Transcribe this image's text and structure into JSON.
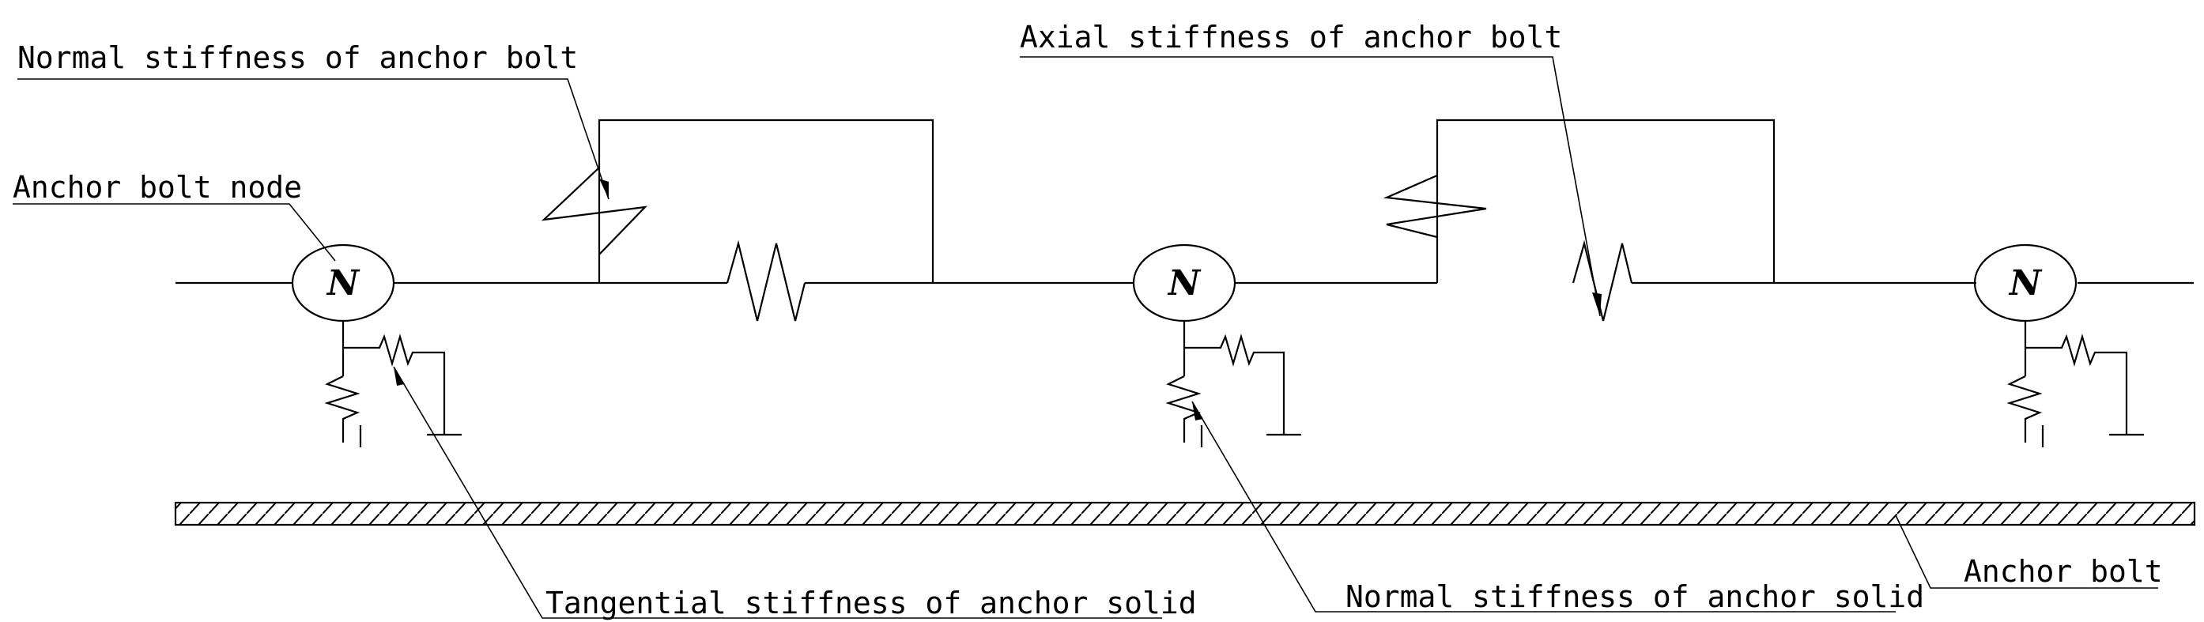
{
  "labels": {
    "normal_stiffness_bolt": "Normal stiffness of anchor bolt",
    "axial_stiffness_bolt": "Axial stiffness of anchor bolt",
    "anchor_bolt_node": "Anchor bolt node",
    "tangential_stiffness_solid": "Tangential stiffness of anchor solid",
    "normal_stiffness_solid": "Normal stiffness of anchor solid",
    "anchor_bolt": "Anchor bolt"
  },
  "nodes": [
    {
      "label": "N"
    },
    {
      "label": "N"
    },
    {
      "label": "N"
    }
  ]
}
